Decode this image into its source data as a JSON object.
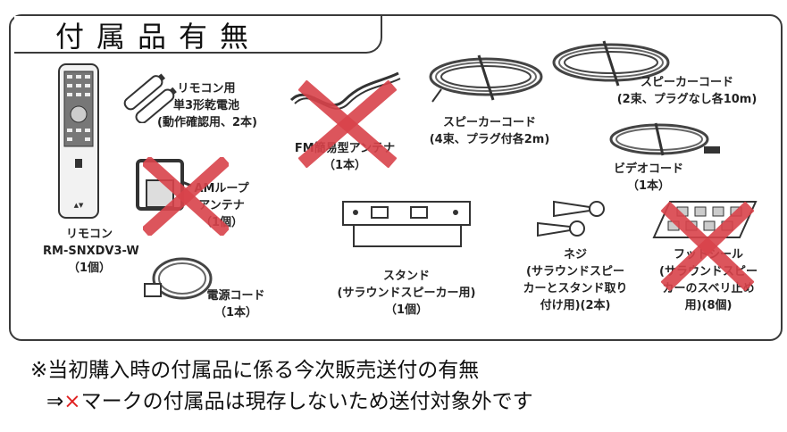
{
  "title": "付属品有無",
  "items": {
    "remote": {
      "lines": [
        "リモコン",
        "RM-SNXDV3-W",
        "（1個）"
      ]
    },
    "batteries": {
      "lines": [
        "リモコン用",
        "単3形乾電池",
        "(動作確認用、2本)"
      ]
    },
    "am_antenna": {
      "lines": [
        "AMループ",
        "アンテナ",
        "（1個）"
      ],
      "unavailable": true
    },
    "fm_antenna": {
      "lines": [
        "FM簡易型アンテナ",
        "（1本）"
      ],
      "unavailable": true
    },
    "speaker_cord_4": {
      "lines": [
        "スピーカーコード",
        "(4束、プラグ付各2m)"
      ]
    },
    "speaker_cord_2": {
      "lines": [
        "スピーカーコード",
        "(2束、プラグなし各10m)"
      ]
    },
    "video_cord": {
      "lines": [
        "ビデオコード",
        "（1本）"
      ]
    },
    "power_cord": {
      "lines": [
        "電源コード",
        "（1本）"
      ]
    },
    "stand": {
      "lines": [
        "スタンド",
        "(サラウンドスピーカー用)",
        "（1個）"
      ]
    },
    "screws": {
      "lines": [
        "ネジ",
        "(サラウンドスピー",
        "カーとスタンド取り",
        "付け用)(2本)"
      ]
    },
    "foot_seal": {
      "lines": [
        "フットシール",
        "(サラウンドスピー",
        "カーのスベリ止め",
        "用)(8個)"
      ],
      "unavailable": true
    }
  },
  "notes": {
    "line1": "※当初購入時の付属品に係る今次販売送付の有無",
    "line2_prefix": "⇒",
    "line2_mark": "×",
    "line2_suffix": "マークの付属品は現存しないため送付対象外です"
  },
  "colors": {
    "cross": "#d9434b",
    "border": "#3a3a3a"
  }
}
